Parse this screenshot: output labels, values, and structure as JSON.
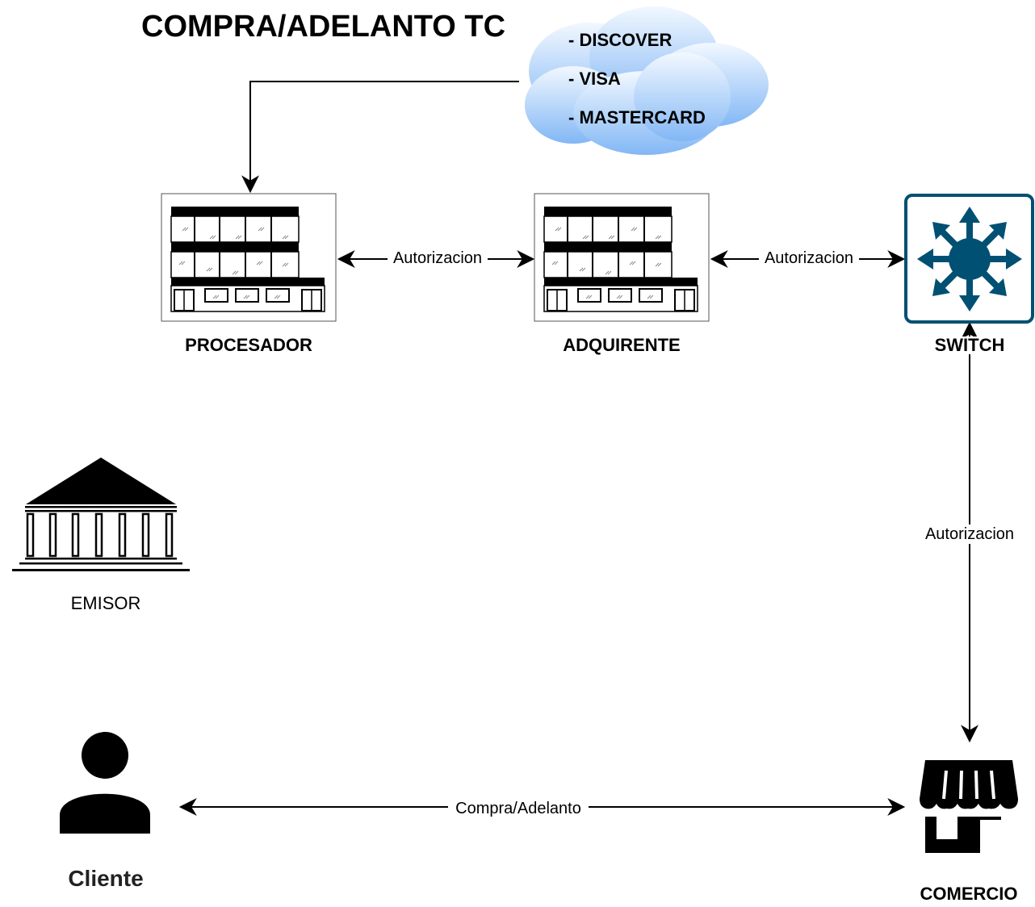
{
  "title": "COMPRA/ADELANTO TC",
  "cloud": {
    "items": [
      "- DISCOVER",
      "- VISA",
      "- MASTERCARD"
    ]
  },
  "nodes": {
    "procesador": "PROCESADOR",
    "adquirente": "ADQUIRENTE",
    "switch": "SWITCH",
    "emisor": "EMISOR",
    "cliente": "Cliente",
    "comercio": "COMERCIO"
  },
  "edges": {
    "procesador_adquirente": "Autorizacion",
    "adquirente_switch": "Autorizacion",
    "switch_comercio": "Autorizacion",
    "cliente_comercio": "Compra/Adelanto"
  },
  "colors": {
    "cloud_top": "#f2f8ff",
    "cloud_bottom": "#82b7f5",
    "switch_fill": "#005073",
    "line": "#000000"
  }
}
